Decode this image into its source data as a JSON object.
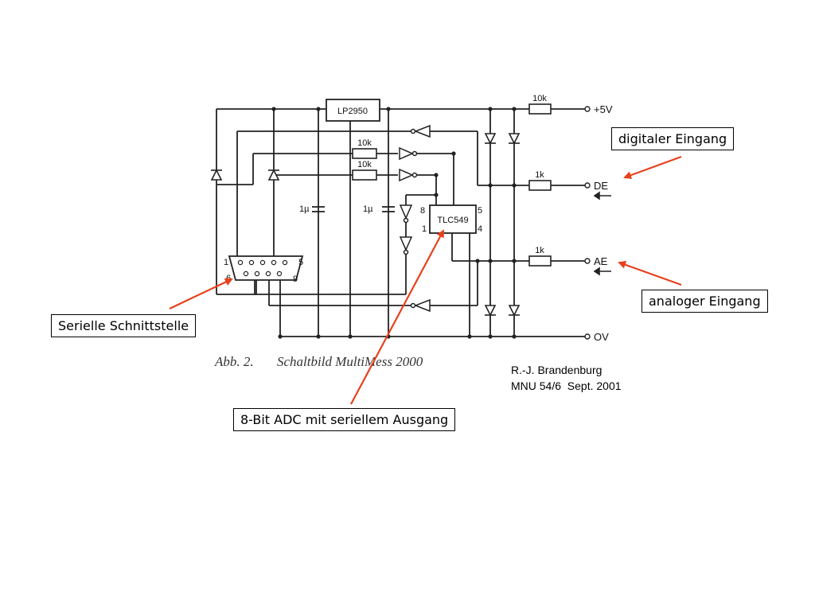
{
  "callouts": {
    "digital_input": "digitaler Eingang",
    "analog_input": "analoger Eingang",
    "serial_port": "Serielle Schnittstelle",
    "adc": "8-Bit ADC mit seriellem Ausgang"
  },
  "credit": {
    "line1": "R.-J. Brandenburg",
    "line2": "MNU 54/6  Sept. 2001"
  },
  "schematic": {
    "caption_number": "Abb. 2.",
    "caption_title": "Schaltbild MultiMess 2000",
    "regulator": "LP2950",
    "adc_chip": "TLC549",
    "resistor_top": "10k",
    "resistor_mid1": "10k",
    "resistor_mid2": "10k",
    "resistor_de": "1k",
    "resistor_ae": "1k",
    "cap_left": "1µ",
    "cap_right": "1µ",
    "rail_plus": "+5V",
    "rail_zero": "OV",
    "term_de": "DE",
    "term_ae": "AE",
    "pin_8": "8",
    "pin_1": "1",
    "pin_5": "5",
    "pin_4": "4",
    "sub_pin_1": "1",
    "sub_pin_5": "5",
    "sub_pin_6": "6",
    "sub_pin_9": "9"
  },
  "colors": {
    "arrow": "#e8401c",
    "wire": "#222222"
  }
}
